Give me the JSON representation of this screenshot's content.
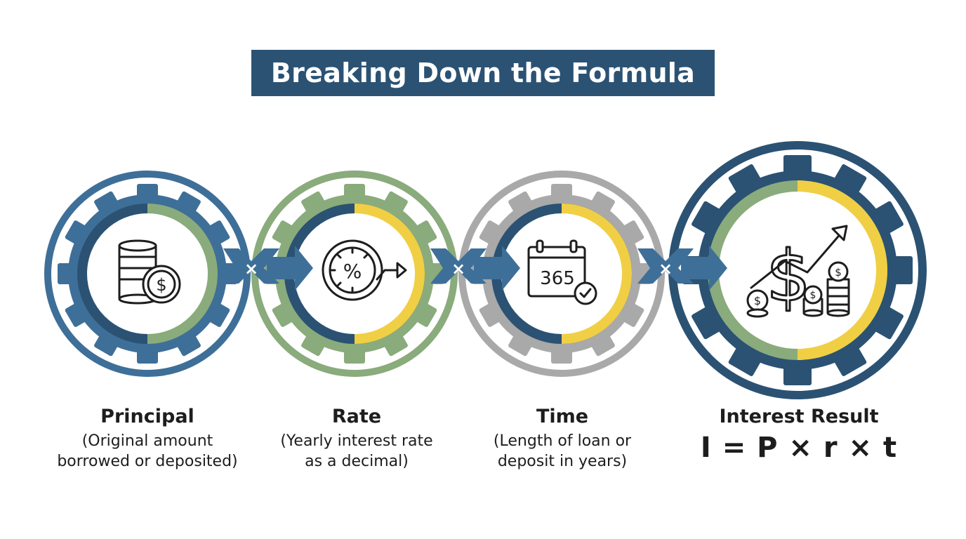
{
  "title": "Breaking Down the Formula",
  "colors": {
    "navy": "#2b5273",
    "blue": "#3e6f98",
    "green": "#8aab7c",
    "gray": "#a9a9a9",
    "yellow": "#f0cf45"
  },
  "steps": [
    {
      "label": "Principal",
      "description_line1": "(Original amount",
      "description_line2": "borrowed or deposited)",
      "icon": "coins-stack-dollar-icon"
    },
    {
      "label": "Rate",
      "description_line1": "(Yearly interest rate",
      "description_line2": "as a decimal)",
      "icon": "percent-gauge-arrow-icon"
    },
    {
      "label": "Time",
      "description_line1": "(Length of loan or",
      "description_line2": "deposit in years)",
      "icon": "calendar-check-icon",
      "icon_text": "365"
    },
    {
      "label": "Interest Result",
      "formula": "I = P × r × t",
      "icon": "dollar-growth-icon"
    }
  ],
  "operators": [
    "×",
    "×",
    "×"
  ]
}
